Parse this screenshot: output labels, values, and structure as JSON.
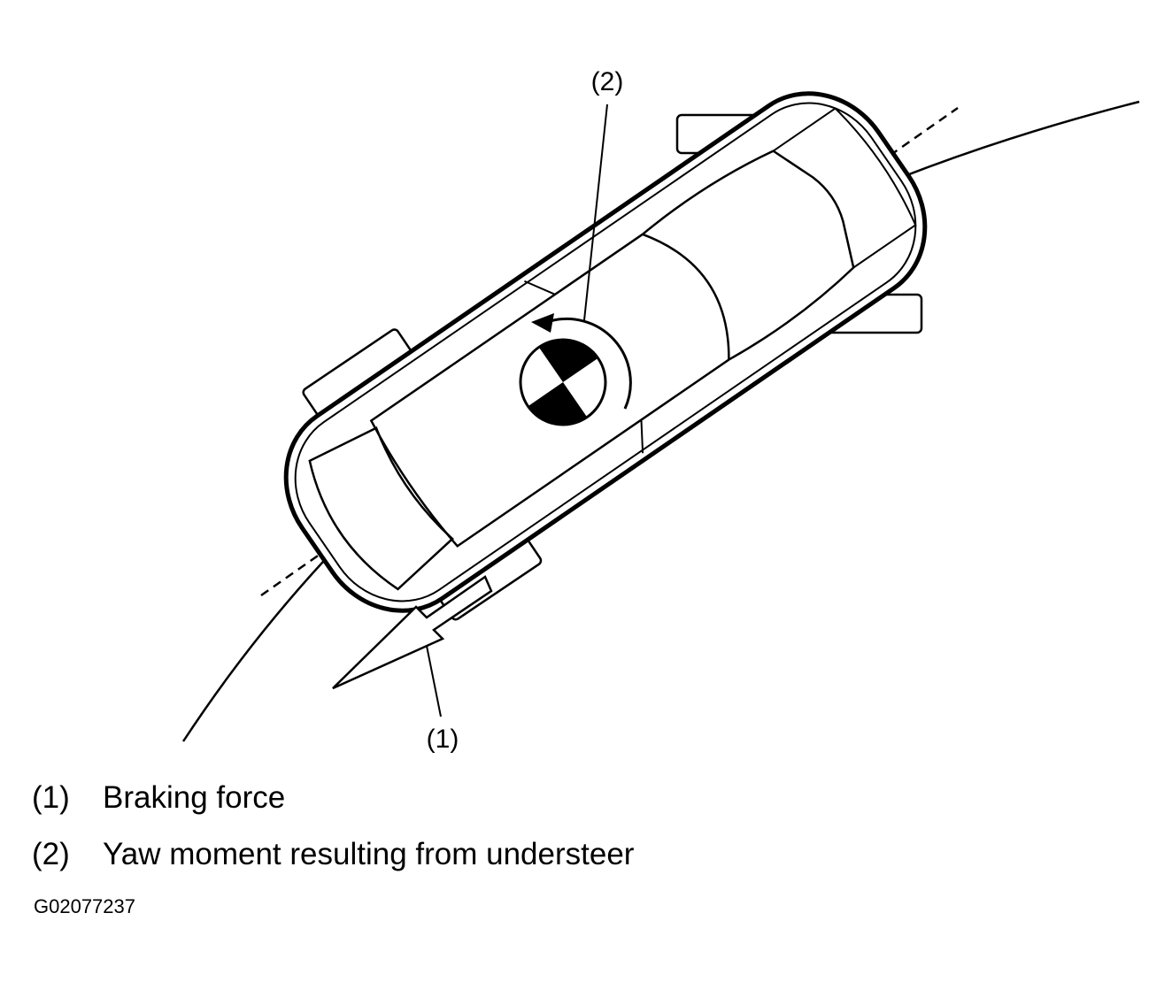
{
  "diagram": {
    "callouts": [
      {
        "number": "(1)"
      },
      {
        "number": "(2)"
      }
    ]
  },
  "legend": [
    {
      "number": "(1)",
      "text": "Braking force"
    },
    {
      "number": "(2)",
      "text": "Yaw moment resulting from understeer"
    }
  ],
  "figure_id": "G02077237"
}
